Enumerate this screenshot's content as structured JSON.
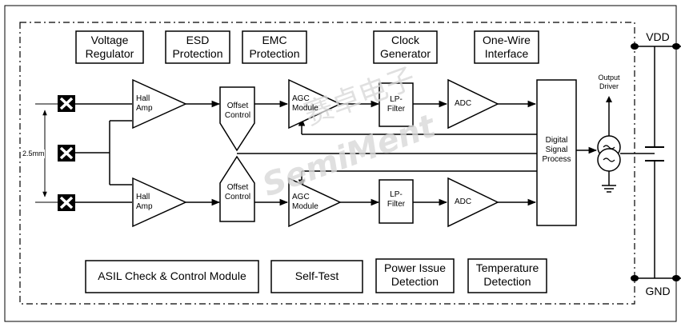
{
  "top_blocks": {
    "voltage_regulator": [
      "Voltage",
      "Regulator"
    ],
    "esd_protection": [
      "ESD",
      "Protection"
    ],
    "emc_protection": [
      "EMC",
      "Protection"
    ],
    "clock_generator": [
      "Clock",
      "Generator"
    ],
    "one_wire_interface": [
      "One-Wire",
      "Interface"
    ]
  },
  "bottom_blocks": {
    "asil": "ASIL Check & Control Module",
    "self_test": "Self-Test",
    "power_issue": [
      "Power Issue",
      "Detection"
    ],
    "temperature": [
      "Temperature",
      "Detection"
    ]
  },
  "channel_top": {
    "hall_amp": [
      "Hall",
      "Amp"
    ],
    "offset_control": [
      "Offset",
      "Control"
    ],
    "agc_module": [
      "AGC",
      "Module"
    ],
    "lp_filter": [
      "LP-",
      "Filter"
    ],
    "adc": "ADC"
  },
  "channel_bottom": {
    "hall_amp": [
      "Hall",
      "Amp"
    ],
    "offset_control": [
      "Offset",
      "Control"
    ],
    "agc_module": [
      "AGC",
      "Module"
    ],
    "lp_filter": [
      "LP-",
      "Filter"
    ],
    "adc": "ADC"
  },
  "dsp": [
    "Digital",
    "Signal",
    "Process"
  ],
  "output_driver": [
    "Output",
    "Driver"
  ],
  "pins": {
    "vdd": "VDD",
    "gnd": "GND"
  },
  "dimension_label": "2.5mm",
  "watermark": {
    "cn": "赛卓电子",
    "en": "SemiMent"
  },
  "colors": {
    "line": "#000000",
    "watermark": "#d9d9d9",
    "background": "#ffffff"
  }
}
